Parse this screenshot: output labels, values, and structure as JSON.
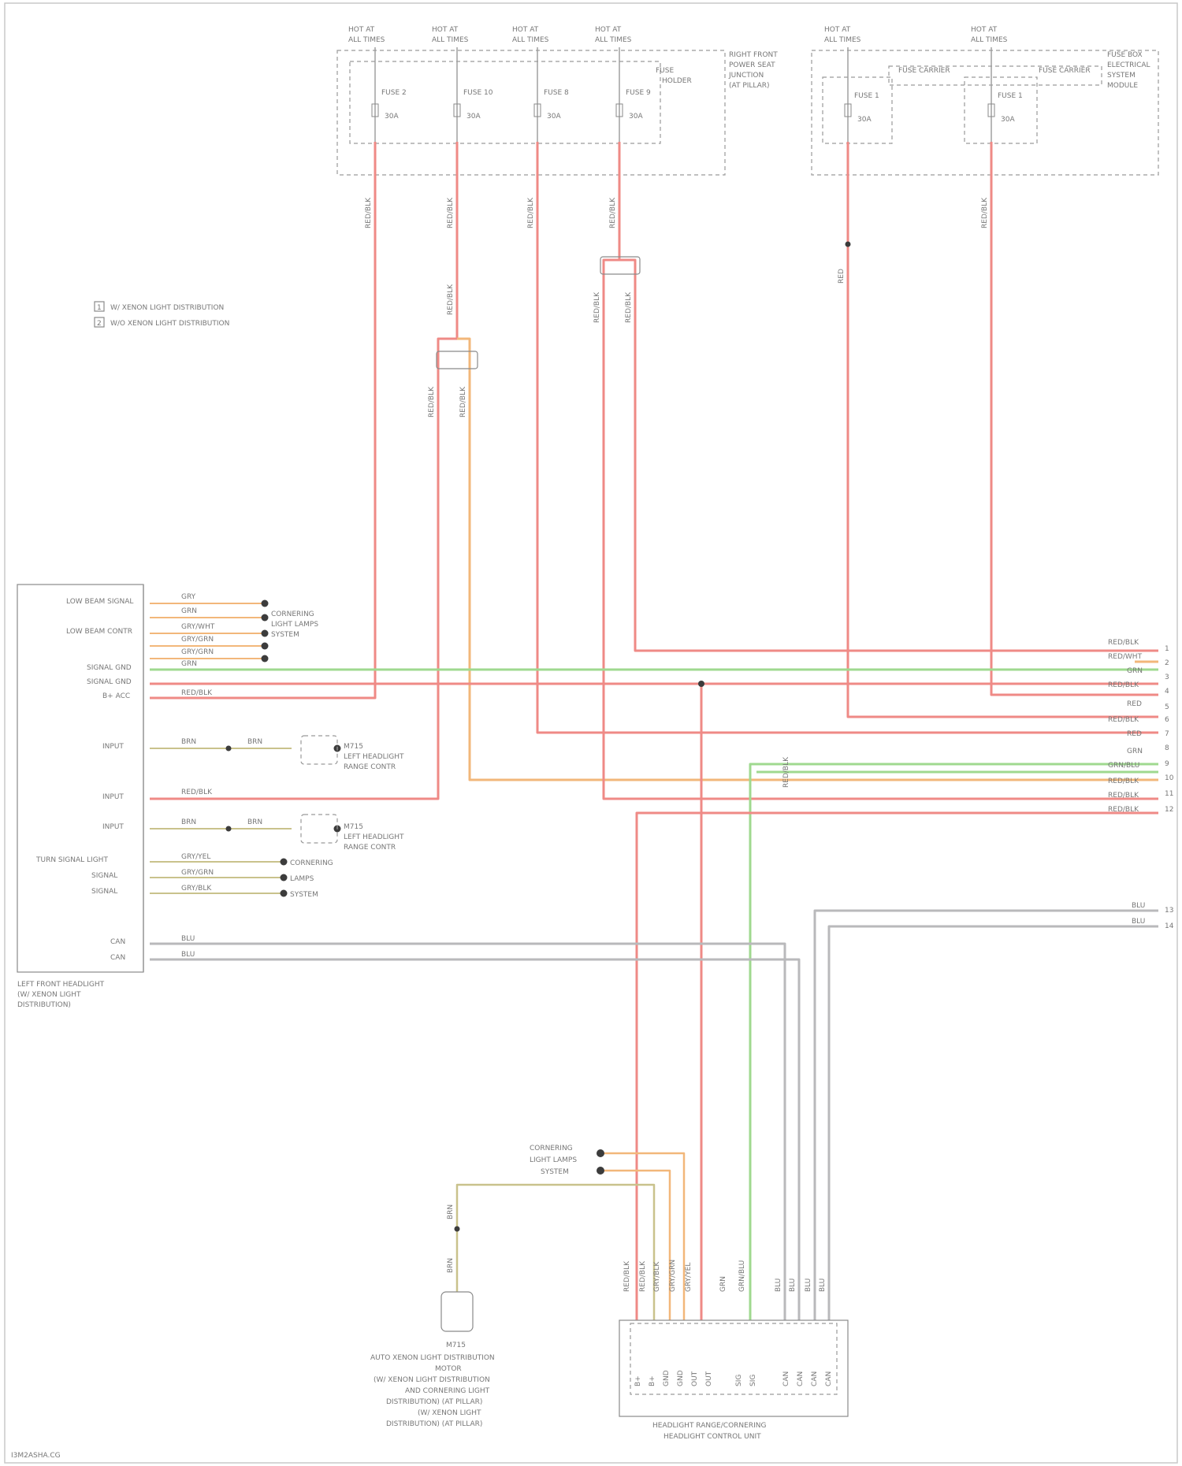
{
  "colors": {
    "red": "#ef8a86",
    "orange": "#f2b77a",
    "green": "#9fd98f",
    "gray": "#b9b9bb",
    "olive": "#c9c28c",
    "frame": "#c8c8c8",
    "text": "#6a6a6a"
  },
  "fuse_headers": [
    {
      "line1": "HOT AT",
      "line2": "ALL TIMES"
    },
    {
      "line1": "HOT AT",
      "line2": "ALL TIMES"
    },
    {
      "line1": "HOT AT",
      "line2": "ALL TIMES"
    },
    {
      "line1": "HOT AT",
      "line2": "ALL TIMES"
    },
    {
      "line1": "HOT AT",
      "line2": "ALL TIMES"
    },
    {
      "line1": "HOT AT",
      "line2": "ALL TIMES"
    }
  ],
  "fuse_box_left": {
    "title_lines": [
      "RIGHT FRONT",
      "POWER SEAT",
      "JUNCTION",
      "(AT PILLAR)"
    ],
    "sub_label": [
      "FUSE",
      "HOLDER"
    ],
    "fuses": [
      {
        "name": "FUSE 2",
        "rating": "30A"
      },
      {
        "name": "FUSE 10",
        "rating": "30A"
      },
      {
        "name": "FUSE 8",
        "rating": "30A"
      },
      {
        "name": "FUSE 9",
        "rating": "30A"
      }
    ]
  },
  "fuse_box_right": {
    "title_lines": [
      "FUSE BOX",
      "ELECTRICAL",
      "SYSTEM",
      "MODULE"
    ],
    "sub_labels": [
      "FUSE CARRIER",
      "FUSE CARRIER"
    ],
    "fuses": [
      {
        "name": "FUSE 1",
        "rating": "30A"
      },
      {
        "name": "FUSE 1",
        "rating": "30A"
      }
    ]
  },
  "legend": [
    {
      "mark": "1",
      "text": "W/ XENON LIGHT DISTRIBUTION"
    },
    {
      "mark": "2",
      "text": "W/O XENON LIGHT DISTRIBUTION"
    }
  ],
  "wire_labels_top": [
    "RED/BLK",
    "RED/BLK",
    "RED/BLK",
    "RED/BLK",
    "RED",
    "RED/BLK"
  ],
  "wire_labels_mid": [
    "RED/BLK",
    "RED/BLK",
    "RED/BLK",
    "RED/BLK",
    "RED/BLK",
    "RED/BLK"
  ],
  "left_module": {
    "title_lines": [
      "LEFT FRONT HEADLIGHT",
      "(W/ XENON LIGHT",
      "DISTRIBUTION)"
    ],
    "pins": [
      {
        "label": "LOW BEAM SIGNAL",
        "wire": "GRY"
      },
      {
        "label": "",
        "wire": "GRN"
      },
      {
        "label": "",
        "wire": "GRY/WHT"
      },
      {
        "label": "LOW BEAM CONTR",
        "wire": "GRY/GRN"
      },
      {
        "label": "",
        "wire": "GRY/GRN"
      },
      {
        "label": "",
        "wire": "GRY/YEL"
      },
      {
        "label": "SIGNAL GND",
        "wire": "GRN"
      },
      {
        "label": "SIGNAL GND",
        "wire": "RED/BLK"
      },
      {
        "label": "B+ ACC",
        "wire": ""
      },
      {
        "label": "INPUT",
        "wire": "BRN"
      },
      {
        "label": "",
        "wire": ""
      },
      {
        "label": "INPUT",
        "wire": "RED/BLK"
      },
      {
        "label": "INPUT",
        "wire": "BRN"
      },
      {
        "label": "TURN SIGNAL LIGHT",
        "wire": "GRY/YEL"
      },
      {
        "label": "SIGNAL",
        "wire": "GRY/GRN"
      },
      {
        "label": "SIGNAL",
        "wire": "GRY/BLK"
      },
      {
        "label": "CAN",
        "wire": "BLU"
      },
      {
        "label": "CAN",
        "wire": "BLU"
      }
    ],
    "splice_group_a": [
      "CORNERING",
      "LIGHT LAMPS",
      "SYSTEM"
    ],
    "splice_group_b": [
      "CORNERING",
      "LAMPS",
      "SYSTEM"
    ],
    "motor_1": {
      "name": "M715",
      "lines": [
        "LEFT HEADLIGHT",
        "RANGE CONTR"
      ]
    },
    "motor_2": {
      "name": "M715",
      "lines": [
        "LEFT HEADLIGHT",
        "RANGE CONTR"
      ]
    },
    "short_wires": [
      "BRN",
      "BRN",
      "BRN",
      "BRN"
    ]
  },
  "right_terminals": [
    {
      "wire": "RED/BLK",
      "pin": "1"
    },
    {
      "wire": "RED/WHT",
      "pin": "2"
    },
    {
      "wire": "GRN",
      "pin": "3"
    },
    {
      "wire": "RED/BLK",
      "pin": "4"
    },
    {
      "wire": "RED",
      "pin": "5"
    },
    {
      "wire": "RED/BLK",
      "pin": "6"
    },
    {
      "wire": "RED",
      "pin": "7"
    },
    {
      "wire": "GRN",
      "pin": "8"
    },
    {
      "wire": "GRN/BLU",
      "pin": "9"
    },
    {
      "wire": "RED/BLK",
      "pin": "10"
    },
    {
      "wire": "RED/BLK",
      "pin": "11"
    },
    {
      "wire": "RED/BLK",
      "pin": "12"
    }
  ],
  "right_can_terminals": [
    {
      "wire": "BLU",
      "pin": "13"
    },
    {
      "wire": "BLU",
      "pin": "14"
    }
  ],
  "bottom_splice": [
    "CORNERING",
    "LIGHT LAMPS",
    "SYSTEM"
  ],
  "sensor": {
    "name": "M715",
    "lines": [
      "AUTO XENON LIGHT DISTRIBUTION",
      "MOTOR",
      "(W/ XENON LIGHT DISTRIBUTION",
      "AND CORNERING LIGHT",
      "DISTRIBUTION) (AT PILLAR)",
      "(W/ XENON LIGHT",
      "DISTRIBUTION) (AT PILLAR)"
    ],
    "wires": [
      "BRN",
      "BRN"
    ]
  },
  "control_unit": {
    "title_lines": [
      "HEADLIGHT RANGE/CORNERING",
      "HEADLIGHT CONTROL UNIT"
    ],
    "pins": [
      "B+",
      "B+",
      "GND",
      "GND",
      "OUT",
      "OUT",
      "SIG",
      "SIG",
      "CAN",
      "CAN",
      "CAN",
      "CAN"
    ],
    "wire_tags": [
      "RED/BLK",
      "RED/BLK",
      "GRY/BLK",
      "GRY/GRN",
      "GRY/YEL",
      "GRN",
      "GRN/BLU",
      "BLU",
      "BLU",
      "BLU",
      "BLU"
    ]
  },
  "footer_code": "I3M2ASHA.CG"
}
